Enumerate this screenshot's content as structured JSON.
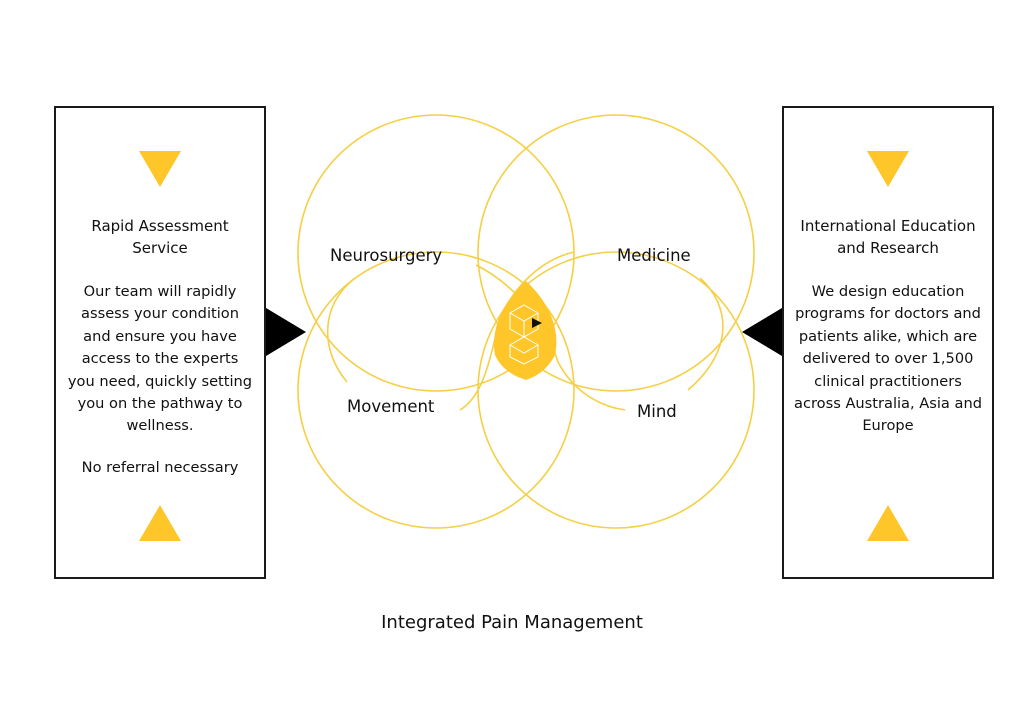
{
  "left_panel": {
    "title": "Rapid Assessment Service",
    "body": "Our team will rapidly assess your condition and ensure you have access to the experts you need, quickly setting you on the pathway to wellness.",
    "note": "No referral necessary"
  },
  "right_panel": {
    "title": "International Education and Research",
    "body": "We design education programs for doctors and patients alike, which are delivered to over 1,500 clinical practitioners across Australia, Asia and Europe"
  },
  "diagram": {
    "labels": {
      "top_left": "Neurosurgery",
      "top_right": "Medicine",
      "bottom_left": "Movement",
      "bottom_right": "Mind"
    },
    "caption": "Integrated Pain Management",
    "colors": {
      "circle_stroke": "#f5cf45",
      "accent": "#ffc62a",
      "pointer": "#000000",
      "border": "#1a1a1a"
    },
    "icons": {
      "panel_top": "triangle-down-icon",
      "panel_bottom": "triangle-up-icon",
      "center": "logo-mark-icon",
      "pointers": "pointer-triangle-icon"
    }
  }
}
